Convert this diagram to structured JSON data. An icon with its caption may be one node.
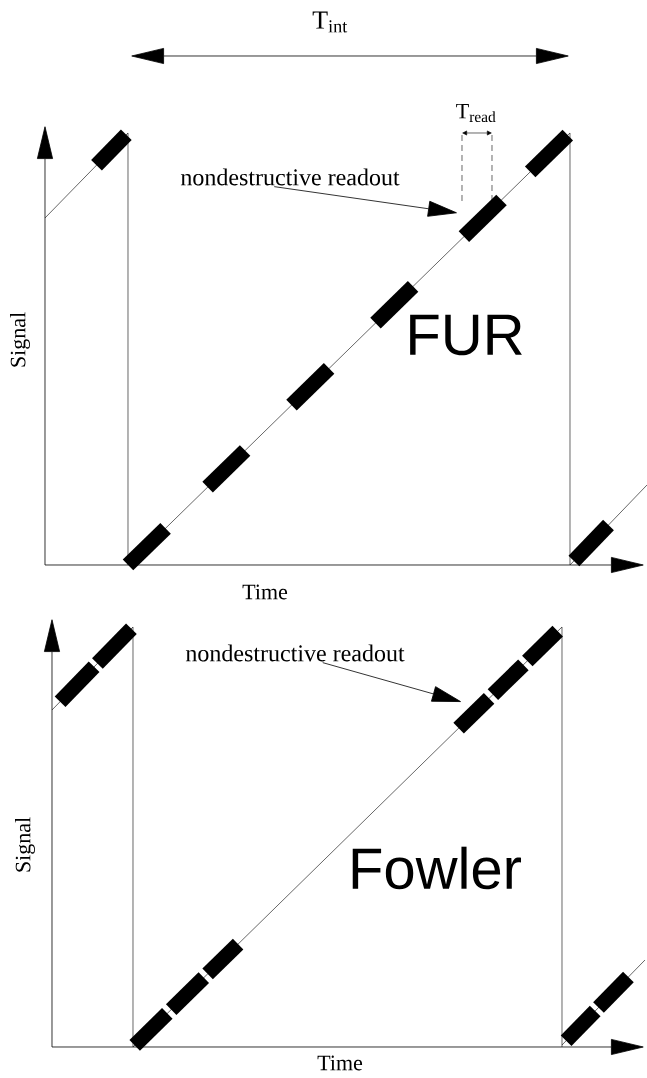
{
  "diagram": {
    "nodes": [
      {
        "text": [
          "nondestructive readout"
        ]
      },
      {
        "text": [
          "nondestructive readout"
        ]
      }
    ],
    "edges": [
      {
        "from": 0,
        "to": null,
        "arrow": "to"
      },
      {
        "from": 1,
        "to": null,
        "arrow": "to"
      }
    ],
    "labels": [
      "T$_{int}$",
      "T$_{read}$",
      "Signal",
      "FUR",
      "Time",
      "Signal",
      "Fowler",
      "Time"
    ]
  }
}
